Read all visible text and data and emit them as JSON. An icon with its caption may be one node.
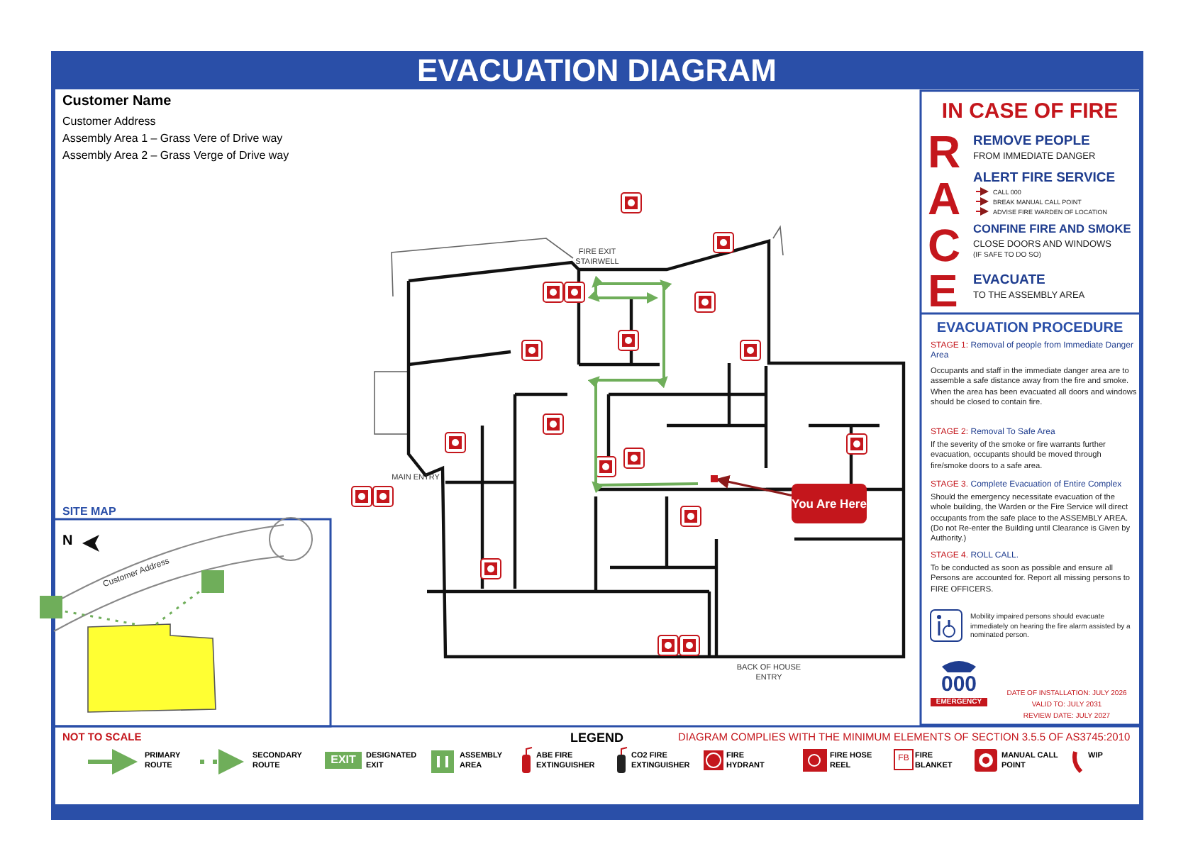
{
  "diagram": {
    "title": "EVACUATION DIAGRAM",
    "nodes": [
      {
        "text": [
          "You Are Here"
        ]
      },
      {
        "text": [],
        "shape": "box"
      }
    ],
    "edges": [
      {
        "from": 0,
        "to": 1,
        "arrow": "to"
      }
    ],
    "labels": [
      "Customer Name",
      "Customer Address",
      "Assembly Area 1 – Grass Vere of Drive way",
      "Assembly Area 2 – Grass Verge of Drive way",
      "FIRE EXIT STAIRWELL",
      "MAIN ENTRY",
      "BACK OF HOUSE ENTRY",
      "SITE MAP",
      "N",
      "Customer Address",
      "IN CASE OF FIRE",
      "R",
      "REMOVE PEOPLE",
      "FROM IMMEDIATE DANGER",
      "A",
      "ALERT FIRE SERVICE",
      "CALL 000",
      "BREAK MANUAL CALL POINT",
      "ADVISE FIRE WARDEN OF LOCATION",
      "C",
      "CONFINE FIRE AND SMOKE",
      "CLOSE DOORS AND WINDOWS",
      "(IF SAFE TO DO SO)",
      "E",
      "EVACUATE",
      "TO THE ASSEMBLY AREA",
      "EVACUATION PROCEDURE",
      "STAGE 1:",
      "Removal of people from Immediate Danger Area",
      "Occupants and staff in the immediate danger area are to assemble a safe distance away from the fire and smoke. When the area has been evacuated all doors and windows should be closed to contain fire.",
      "STAGE 2:",
      "Removal To Safe Area",
      "If the severity of the smoke or fire warrants further evacuation, occupants should be moved through fire/smoke doors to a safe area.",
      "STAGE 3.",
      "Complete Evacuation of Entire Complex",
      "Should the emergency necessitate evacuation of the whole building, the Warden or the Fire Service will direct occupants from the safe place to the ASSEMBLY AREA. (Do not Re-enter the Building until Clearance is Given by Authority.)",
      "STAGE 4.",
      "ROLL CALL.",
      "To be conducted as soon as possible and ensure all Persons are accounted for. Report all missing persons to FIRE OFFICERS.",
      "Mobility impaired persons should evacuate immediately on hearing the fire alarm assisted by a nominated person.",
      "000",
      "EMERGENCY",
      "DATE OF INSTALLATION: JULY 2026",
      "VALID TO: JULY 2031",
      "REVIEW DATE: JULY 2027",
      "NOT TO SCALE",
      "LEGEND",
      "DIAGRAM COMPLIES WITH THE MINIMUM ELEMENTS OF SECTION 3.5.5 OF AS3745:2010",
      "EXIT",
      "FB"
    ],
    "legend": [
      {
        "text": "PRIMARY ROUTE"
      },
      {
        "text": "SECONDARY ROUTE"
      },
      {
        "text": "DESIGNATED EXIT"
      },
      {
        "text": "ASSEMBLY AREA"
      },
      {
        "text": "ABE FIRE EXTINGUISHER"
      },
      {
        "text": "CO2 FIRE EXTINGUISHER"
      },
      {
        "text": "FIRE HYDRANT"
      },
      {
        "text": "FIRE HOSE REEL"
      },
      {
        "text": "FIRE BLANKET"
      },
      {
        "text": "MANUAL CALL POINT"
      },
      {
        "text": "WIP"
      }
    ]
  }
}
